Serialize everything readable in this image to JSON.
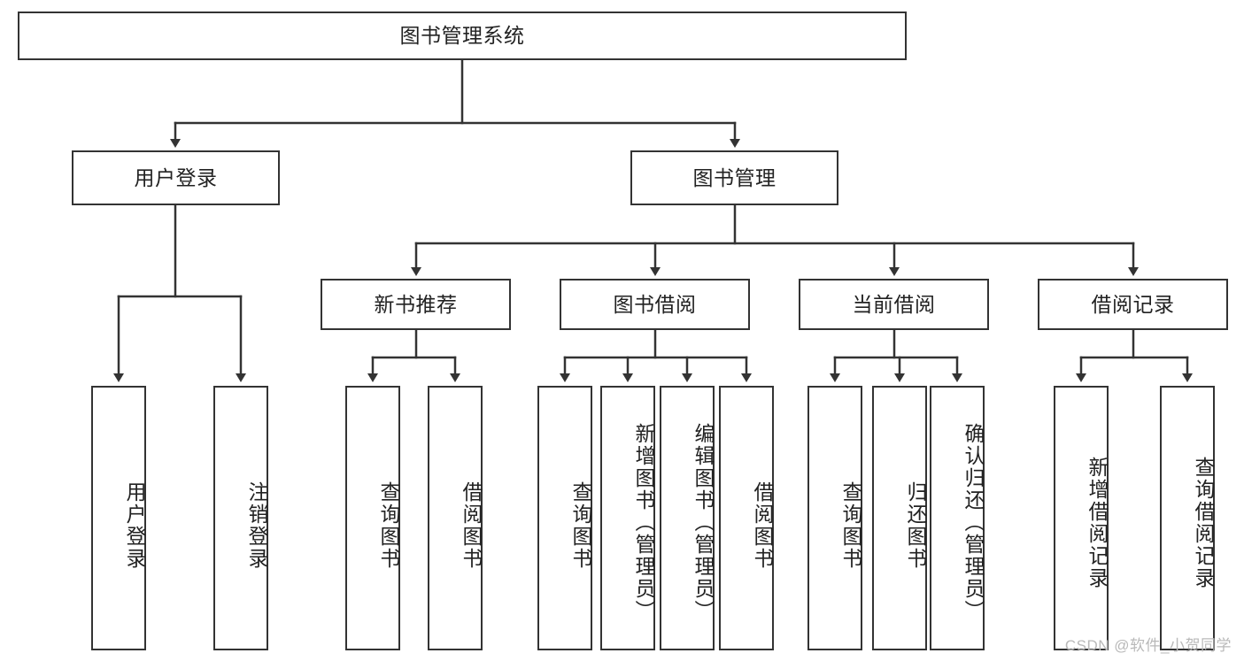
{
  "diagram": {
    "type": "tree",
    "title": "图书管理系统",
    "theme": {
      "box_border": "#333333",
      "box_fill": "#ffffff",
      "line": "#333333",
      "text": "#222222",
      "background": "#ffffff",
      "watermark_color": "#b9b9b9"
    },
    "root": {
      "label": "图书管理系统"
    },
    "level2": [
      {
        "label": "用户登录"
      },
      {
        "label": "图书管理"
      }
    ],
    "level3": [
      {
        "label": "新书推荐"
      },
      {
        "label": "图书借阅"
      },
      {
        "label": "当前借阅"
      },
      {
        "label": "借阅记录"
      }
    ],
    "leaves": {
      "user_login": [
        {
          "label": "用户登录"
        },
        {
          "label": "注销登录"
        }
      ],
      "new_book_recommend": [
        {
          "label": "查询图书"
        },
        {
          "label": "借阅图书"
        }
      ],
      "book_borrow": [
        {
          "label": "查询图书"
        },
        {
          "label": "新增图书（管理员）"
        },
        {
          "label": "编辑图书（管理员）"
        },
        {
          "label": "借阅图书"
        }
      ],
      "current_borrow": [
        {
          "label": "查询图书"
        },
        {
          "label": "归还图书"
        },
        {
          "label": "确认归还（管理员）"
        }
      ],
      "borrow_record": [
        {
          "label": "新增借阅记录"
        },
        {
          "label": "查询借阅记录"
        }
      ]
    }
  },
  "watermark": {
    "text": "CSDN @软件_小贺同学"
  }
}
